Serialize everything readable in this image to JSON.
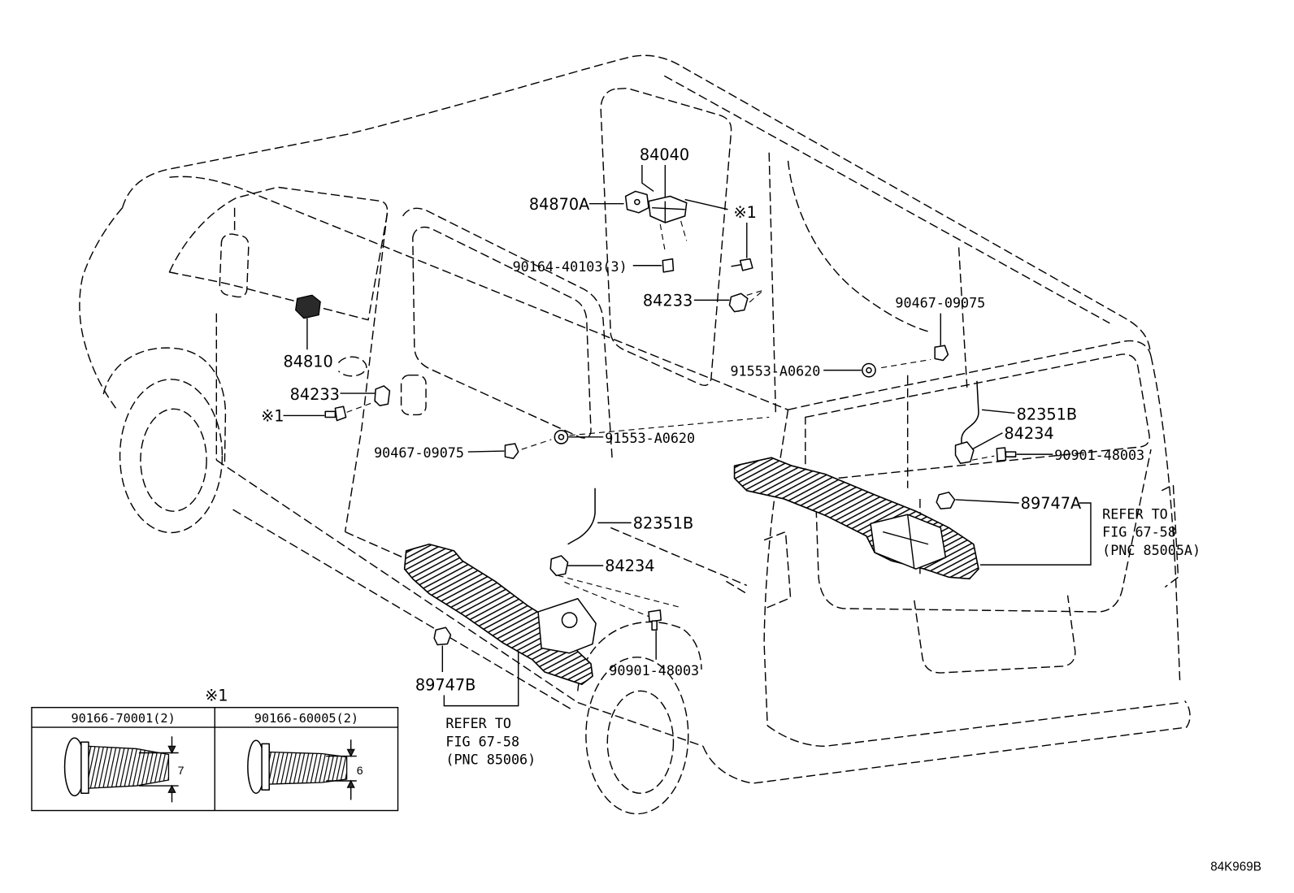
{
  "figure_code": "84K969B",
  "colors": {
    "line": "#000000",
    "background": "#ffffff"
  },
  "callouts": [
    {
      "text": "84040"
    },
    {
      "text": "84870A"
    },
    {
      "text": "※1"
    },
    {
      "text": "90164-40103(3)"
    },
    {
      "text": "84233"
    },
    {
      "text": "90467-09075"
    },
    {
      "text": "84810"
    },
    {
      "text": "84233"
    },
    {
      "text": "※1"
    },
    {
      "text": "91553-A0620"
    },
    {
      "text": "82351B"
    },
    {
      "text": "84234"
    },
    {
      "text": "90901-48003"
    },
    {
      "text": "91553-A0620"
    },
    {
      "text": "90467-09075"
    },
    {
      "text": "89747A"
    },
    {
      "text": "82351B"
    },
    {
      "text": "84234"
    },
    {
      "text": "89747B"
    },
    {
      "text": "90901-48003"
    }
  ],
  "references": [
    {
      "line1": "REFER TO",
      "line2": "FIG 67-58",
      "line3": "(PNC 85005A)"
    },
    {
      "line1": "REFER TO",
      "line2": "FIG 67-58",
      "line3": "(PNC 85006)"
    }
  ],
  "note_table": {
    "marker": "※1",
    "columns": [
      {
        "part_no": "90166-70001(2)",
        "dimension": "7"
      },
      {
        "part_no": "90166-60005(2)",
        "dimension": "6"
      }
    ]
  }
}
